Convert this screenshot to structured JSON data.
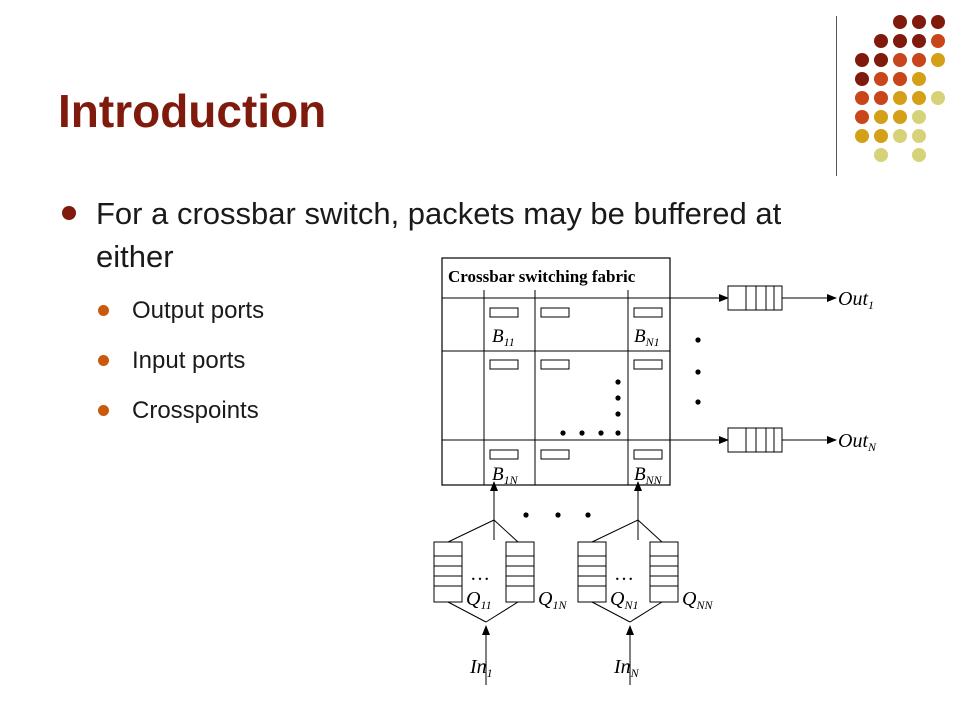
{
  "slide": {
    "title": "Introduction",
    "bullet": "For a crossbar switch, packets may be buffered at either",
    "sub_bullets": [
      "Output ports",
      "Input ports",
      "Crosspoints"
    ]
  },
  "diagram": {
    "fabric_label": "Crossbar switching fabric",
    "buffers": {
      "b11": "B",
      "b11_sub": "11",
      "bn1": "B",
      "bn1_sub": "N1",
      "b1n": "B",
      "b1n_sub": "1N",
      "bnn": "B",
      "bnn_sub": "NN"
    },
    "outputs": {
      "out1": "Out",
      "out1_sub": "1",
      "outn": "Out",
      "outn_sub": "N"
    },
    "queues": {
      "q11": "Q",
      "q11_sub": "11",
      "q1n": "Q",
      "q1n_sub": "1N",
      "qn1": "Q",
      "qn1_sub": "N1",
      "qnn": "Q",
      "qnn_sub": "NN"
    },
    "inputs": {
      "in1": "In",
      "in1_sub": "1",
      "inn": "In",
      "inn_sub": "N"
    },
    "ellipsis": "…"
  },
  "colors": {
    "title": "#7f1a0c",
    "dot_dark": "#7f1a0c",
    "dot_orange": "#c8461a",
    "dot_gold": "#d4a017",
    "dot_light": "#d6d27a"
  }
}
